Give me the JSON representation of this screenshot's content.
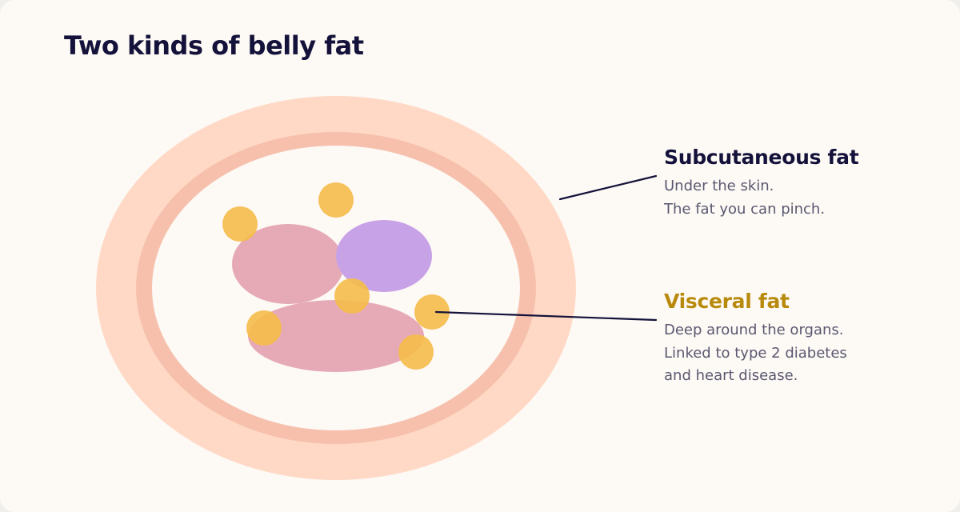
{
  "title": "Two kinds of belly fat",
  "labels": {
    "subcutaneous": {
      "heading": "Subcutaneous fat",
      "lines": [
        "Under the skin.",
        "The fat you can pinch."
      ]
    },
    "visceral": {
      "heading": "Visceral fat",
      "lines": [
        "Deep around the organs.",
        "Linked to type 2 diabetes",
        "and heart disease."
      ]
    }
  },
  "colors": {
    "background": "#fdf9f5",
    "subcutaneous_layer": "#ffd9c5",
    "skin_ring": "#f6c0ad",
    "cavity": "#fdf9f5",
    "organ_pink": "#e6a9b6",
    "organ_purple": "#c8a2e7",
    "visceral_fat": "#f5bd4d",
    "title": "#14123a",
    "visceral_heading": "#b88a0c",
    "body_text": "#5a5870",
    "leader_line": "#14123a"
  }
}
